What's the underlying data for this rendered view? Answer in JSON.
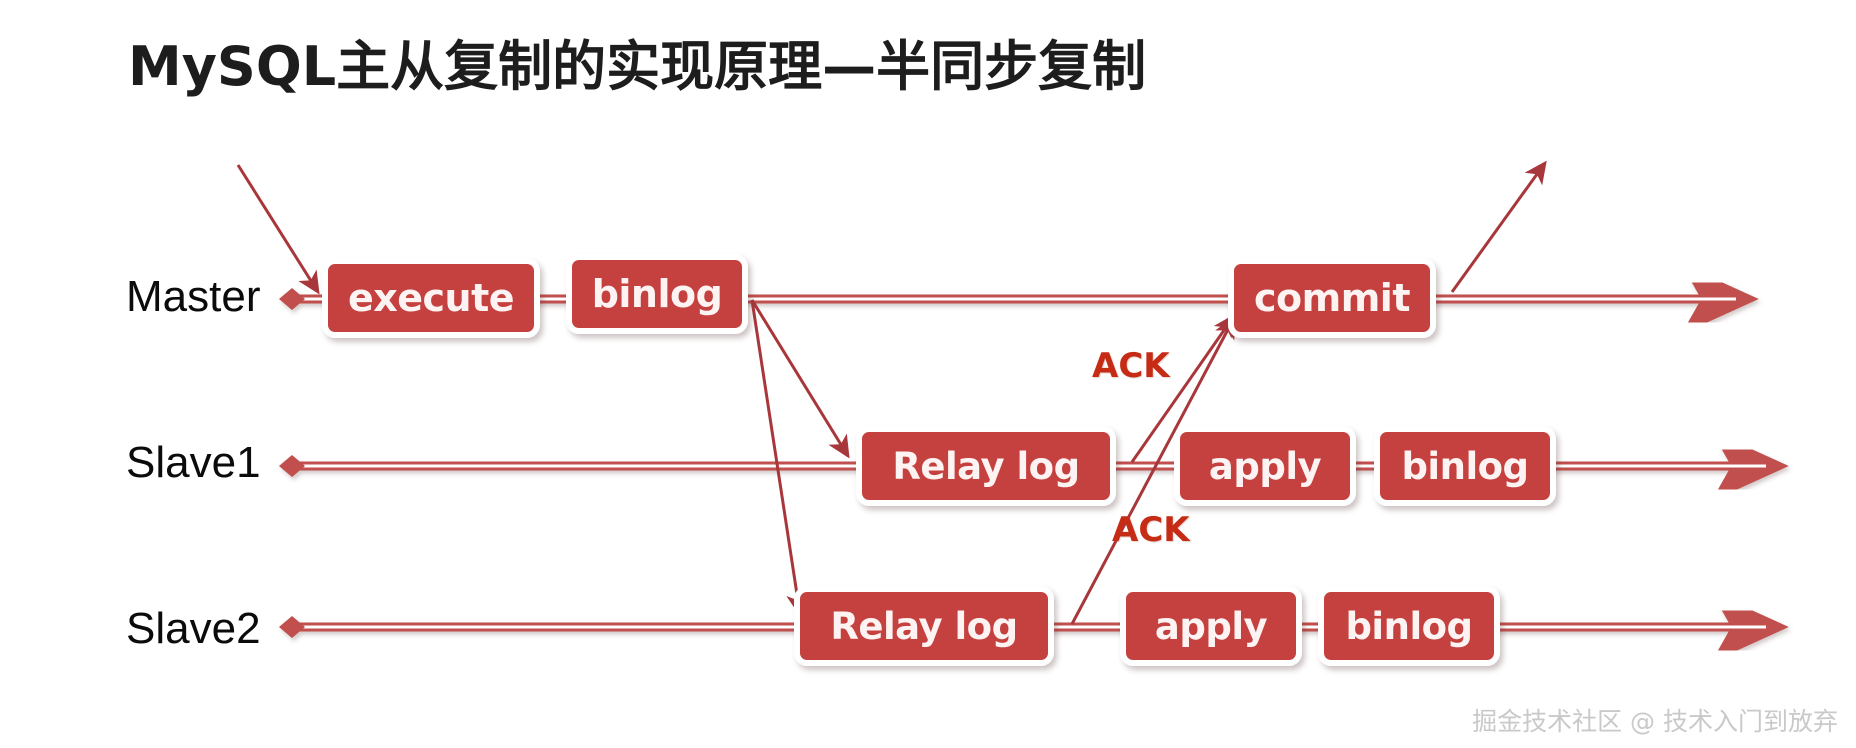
{
  "slide": {
    "title": "MySQL主从复制的实现原理—半同步复制",
    "background_color": "#ffffff",
    "title_color": "#1d1d1d"
  },
  "theme": {
    "node_fill": "#c5413f",
    "node_text": "#fdf3f2",
    "node_border": "#ffffff",
    "line_color": "#c0504d",
    "line_inner_color": "#ffffff",
    "ack_color": "#c62c15",
    "label_color": "#0b0b0b",
    "watermark_color": "#c9c9c9"
  },
  "rows": [
    {
      "id": "master",
      "label": "Master"
    },
    {
      "id": "slave1",
      "label": "Slave1"
    },
    {
      "id": "slave2",
      "label": "Slave2"
    }
  ],
  "nodes": {
    "master": [
      {
        "id": "execute",
        "label": "execute"
      },
      {
        "id": "binlog-master",
        "label": "binlog"
      },
      {
        "id": "commit",
        "label": "commit"
      }
    ],
    "slave1": [
      {
        "id": "relay1",
        "label": "Relay log"
      },
      {
        "id": "apply1",
        "label": "apply"
      },
      {
        "id": "binlog1",
        "label": "binlog"
      }
    ],
    "slave2": [
      {
        "id": "relay2",
        "label": "Relay log"
      },
      {
        "id": "apply2",
        "label": "apply"
      },
      {
        "id": "binlog2",
        "label": "binlog"
      }
    ]
  },
  "annotations": {
    "ack_1": "ACK",
    "ack_2": "ACK"
  },
  "watermark": "掘金技术社区 @ 技术入门到放弃"
}
